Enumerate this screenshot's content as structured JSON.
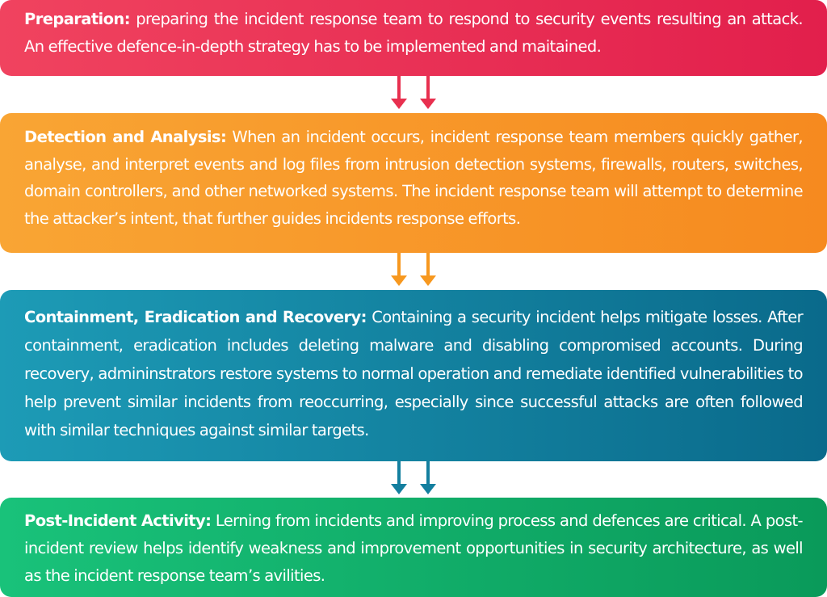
{
  "colors": {
    "preparation": "#e8304f",
    "detection": "#f7981f",
    "containment": "#147f9f",
    "post_incident": "#13b06b"
  },
  "steps": [
    {
      "term": "Preparation:",
      "text": " preparing the incident response team to respond to security events resulting an attack. An effective defence-in-depth strategy has to be implemented and maitained."
    },
    {
      "term": "Detection and Analysis:",
      "text": " When an incident occurs, incident response team members quickly gather, analyse, and interpret events and log files from intrusion detection systems, firewalls, routers, switches, domain controllers, and other networked systems. The incident response team will attempt to determine the attacker’s intent, that further guides incidents response efforts."
    },
    {
      "term": "Containment, Eradication and Recovery:",
      "text": " Containing a security incident helps mitigate losses. After containment, eradication includes deleting malware and disabling compromised accounts. During recovery, admininstrators restore systems to normal operation and remediate identified vulnerabilities to help prevent similar incidents from reoccurring, especially since successful attacks are often followed with similar techniques against similar targets."
    },
    {
      "term": "Post-Incident Activity:",
      "text": " Lerning from incidents and improving process and defences are critical. A post-incident review helps identify weakness and improvement opportunities in security architecture, as well as the incident response team’s avilities."
    }
  ]
}
